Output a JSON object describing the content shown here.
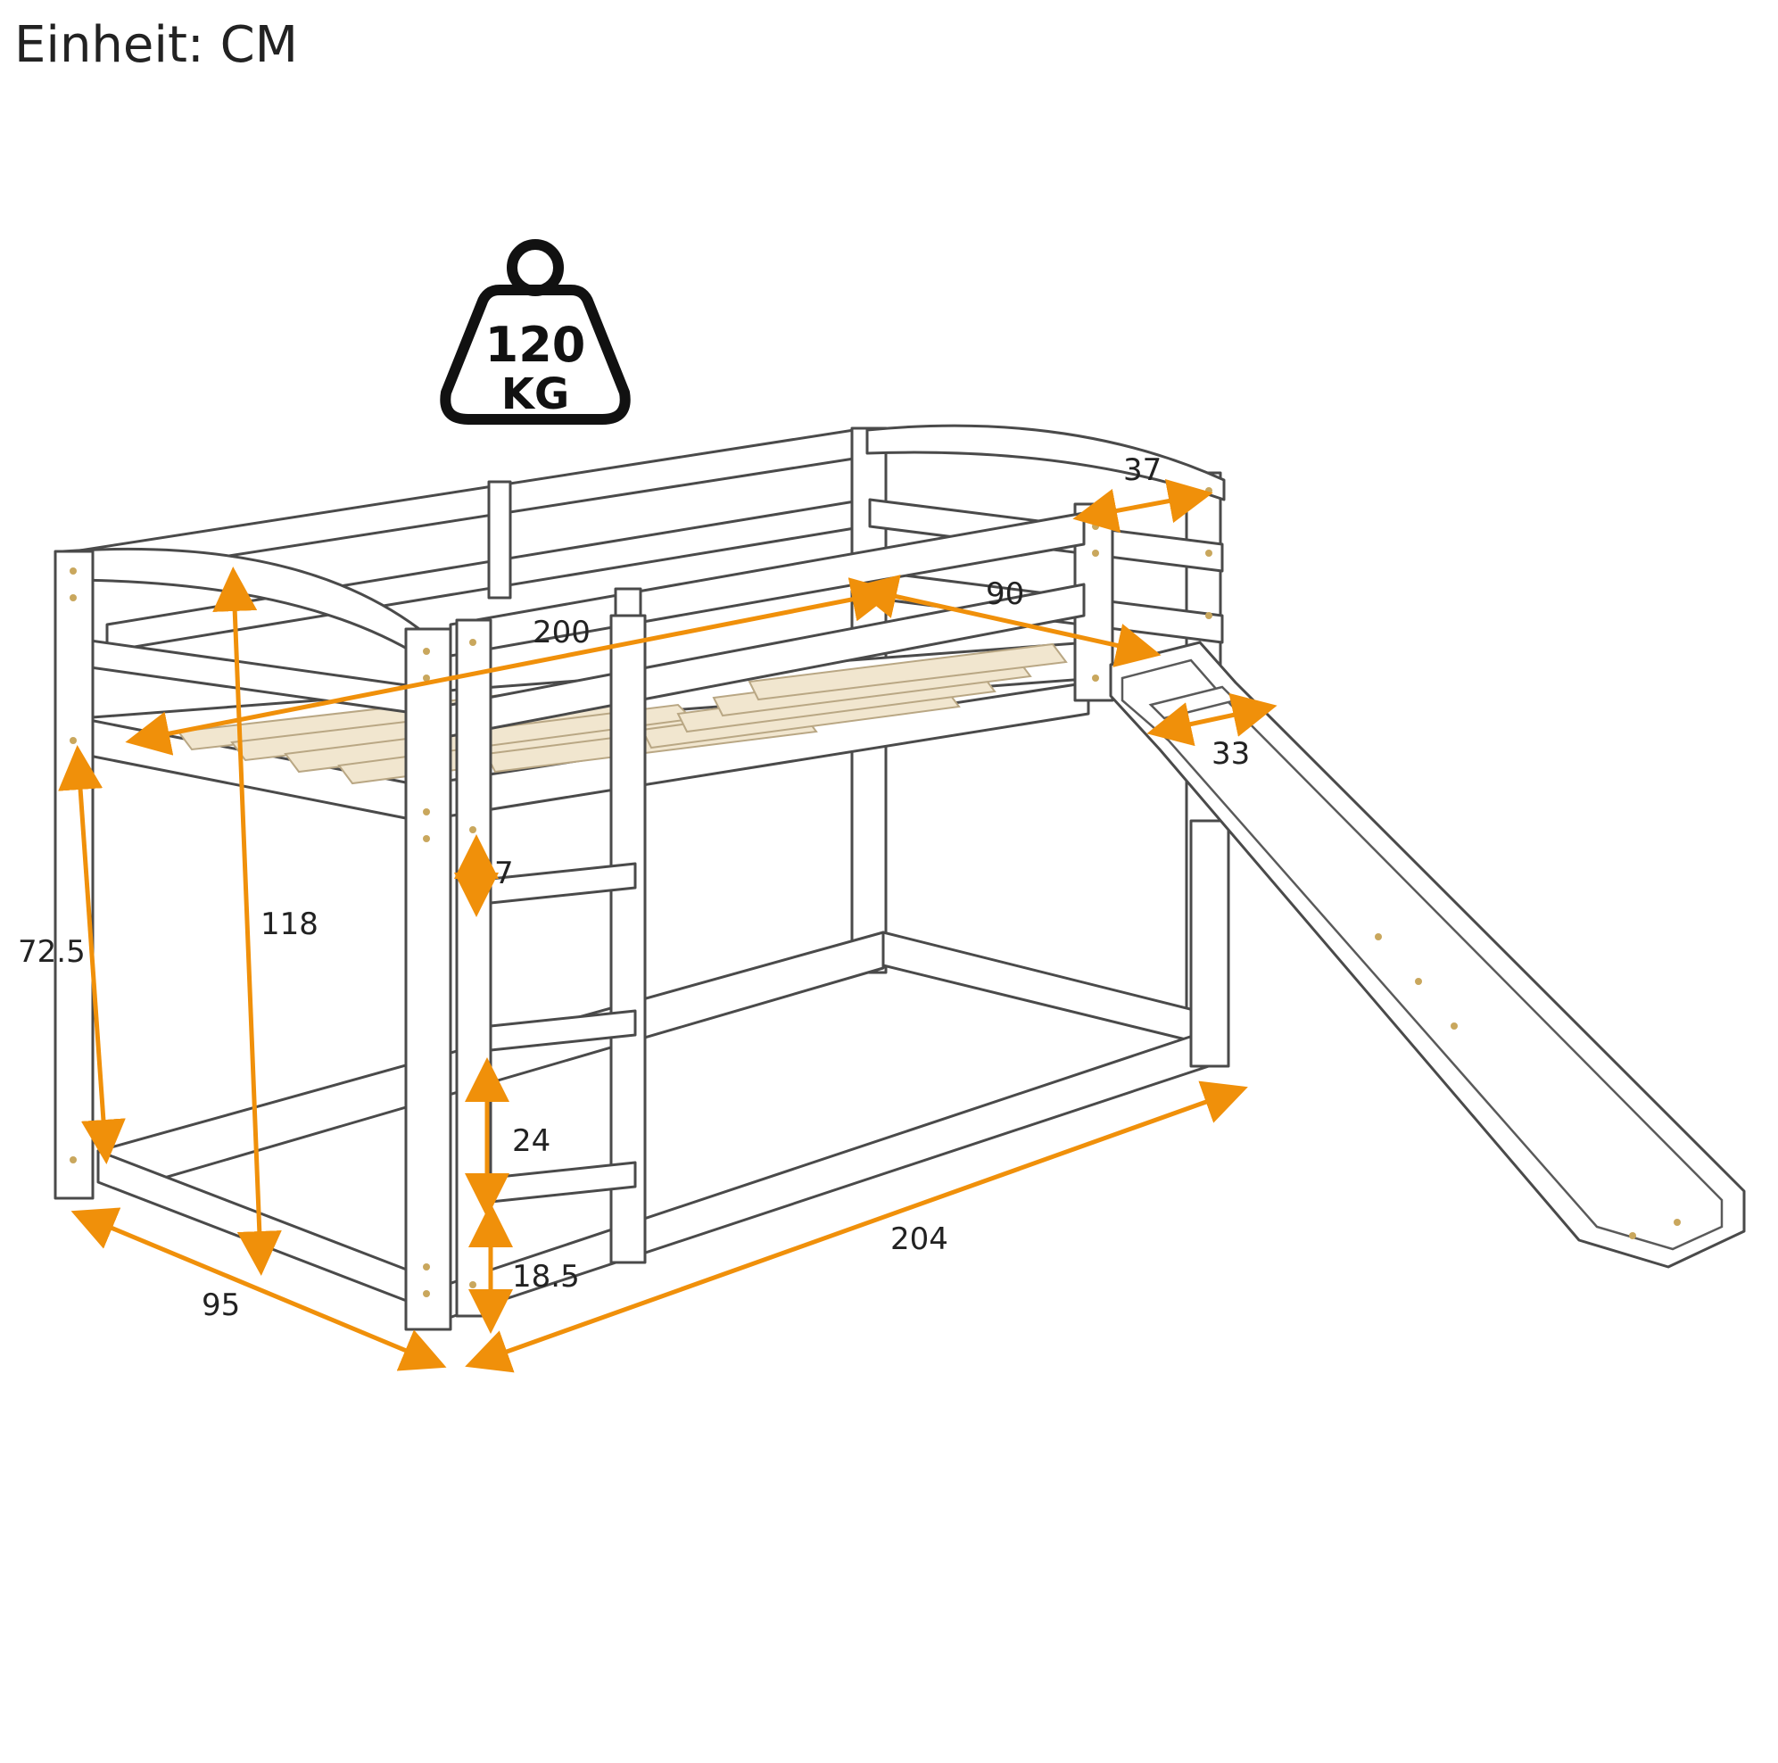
{
  "title": "Einheit: CM",
  "weight_badge": {
    "line1": "120",
    "line2": "KG",
    "icon": "weight-icon"
  },
  "colors": {
    "arrow": "#f0900a",
    "frame_stroke": "#4a4a4a",
    "slats": "#f1e6cf",
    "bolts": "#c9a75d"
  },
  "dimensions": {
    "length_inner": "200",
    "width_inner": "90",
    "guard_width": "37",
    "slide_width": "33",
    "total_height": "118",
    "bed_height": "72.5",
    "ladder_rung_top": "7",
    "ladder_rung_gap": "24",
    "ladder_bottom_gap": "18.5",
    "total_width": "95",
    "total_length": "204"
  }
}
